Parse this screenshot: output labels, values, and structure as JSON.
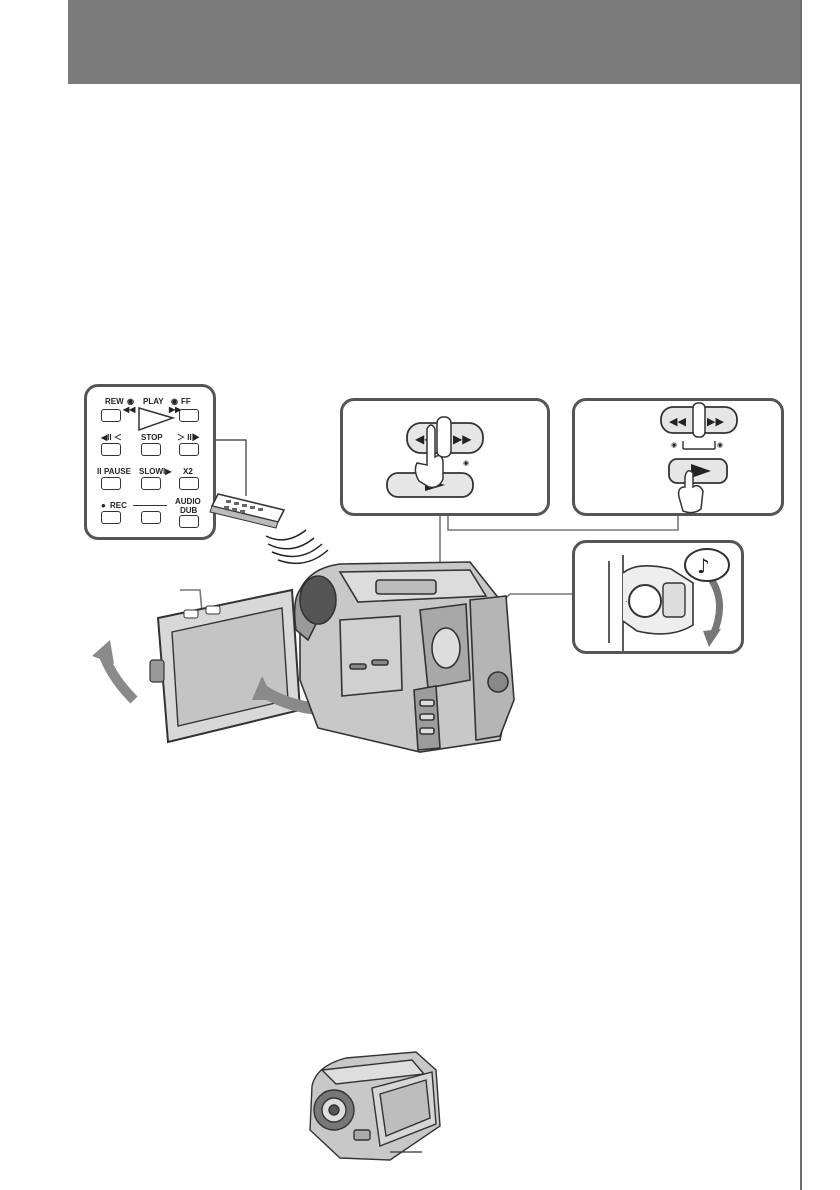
{
  "remote": {
    "rew": "REW",
    "play": "PLAY",
    "ff": "FF",
    "stop": "STOP",
    "pause": "PAUSE",
    "slow": "SLOW",
    "x2": "X2",
    "rec": "REC",
    "audio_dub_1": "AUDIO",
    "audio_dub_2": "DUB"
  },
  "icons": {
    "note": "♪"
  }
}
